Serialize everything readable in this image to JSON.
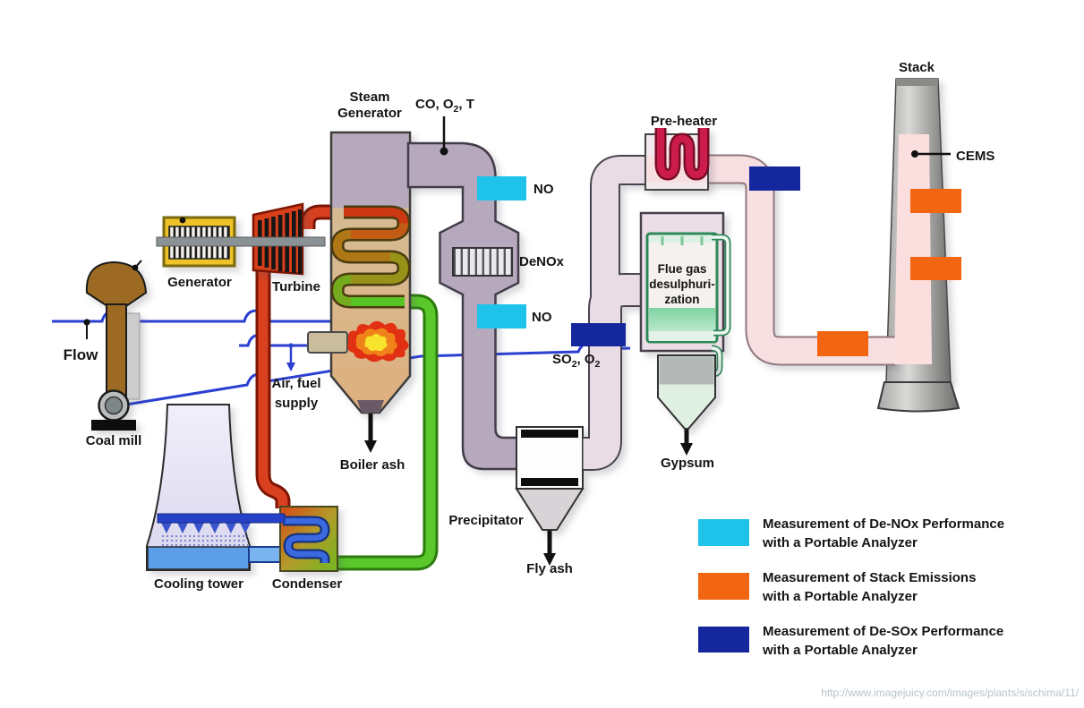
{
  "labels": {
    "flow": "Flow",
    "coal_mill": "Coal mill",
    "generator": "Generator",
    "turbine": "Turbine",
    "steam_generator_line1": "Steam",
    "steam_generator_line2": "Generator",
    "co_o2_t": {
      "p1": "CO, O",
      "sub1": "2",
      "p2": ", T"
    },
    "no_upper": "NO",
    "no_lower": "NO",
    "denox": "DeNOx",
    "air_fuel_line1": "Air, fuel",
    "air_fuel_line2": "supply",
    "boiler_ash": "Boiler ash",
    "cooling_tower": "Cooling tower",
    "condenser": "Condenser",
    "precipitator": "Precipitator",
    "fly_ash": "Fly ash",
    "so2_o2": {
      "p1": "SO",
      "sub1": "2",
      "p2": ", O",
      "sub2": "2"
    },
    "preheater": "Pre-heater",
    "fgd_line1": "Flue gas",
    "fgd_line2": "desulphuri-",
    "fgd_line3": "zation",
    "gypsum": "Gypsum",
    "stack": "Stack",
    "cems": "CEMS"
  },
  "legend": {
    "items": [
      {
        "swatch_color": "#1fc3e9",
        "line1": "Measurement of De-NOx Performance",
        "line2": "with a Portable Analyzer"
      },
      {
        "swatch_color": "#f26511",
        "line1": "Measurement of Stack Emissions",
        "line2": "with a Portable Analyzer"
      },
      {
        "swatch_color": "#15279c",
        "line1": "Measurement of De-SOx Performance",
        "line2": "with a Portable Analyzer"
      }
    ]
  },
  "footer": {
    "source_url": "http://www.imagejuicy.com/images/plants/s/schima/11/"
  },
  "colors": {
    "cyan_denox": "#1fc3e9",
    "orange_stack": "#f26511",
    "darkblue_desox": "#15279c",
    "duct_mauve": "#b7a9bd",
    "pipe_pink": "#f8dfe1",
    "steam_red": "#d8401f",
    "water_green": "#5ac82a",
    "flow_blue": "#2b3fd1"
  }
}
